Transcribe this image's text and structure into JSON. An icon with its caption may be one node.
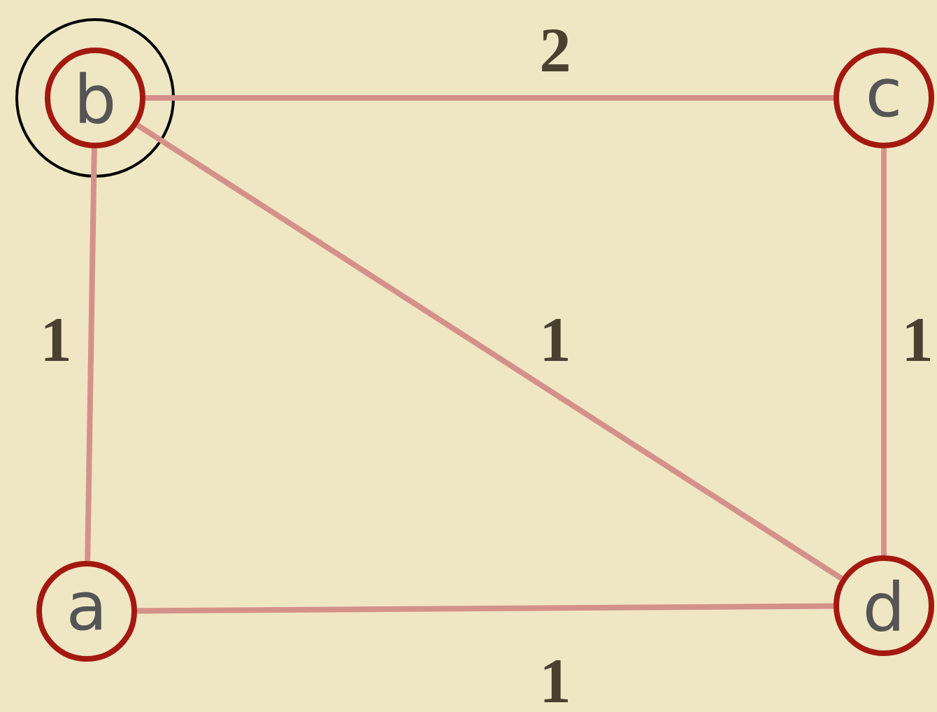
{
  "diagram": {
    "nodes": [
      {
        "text": [
          "b"
        ]
      },
      {
        "text": [
          "c"
        ]
      },
      {
        "text": [
          "a"
        ]
      },
      {
        "text": [
          "d"
        ]
      }
    ],
    "edges": [
      {
        "from": 0,
        "to": 1,
        "arrow": "none",
        "label": "2"
      },
      {
        "from": 0,
        "to": 2,
        "arrow": "none",
        "label": "1"
      },
      {
        "from": 0,
        "to": 3,
        "arrow": "none",
        "label": "1"
      },
      {
        "from": 1,
        "to": 3,
        "arrow": "none",
        "label": "1"
      },
      {
        "from": 2,
        "to": 3,
        "arrow": "none",
        "label": "1"
      }
    ]
  }
}
